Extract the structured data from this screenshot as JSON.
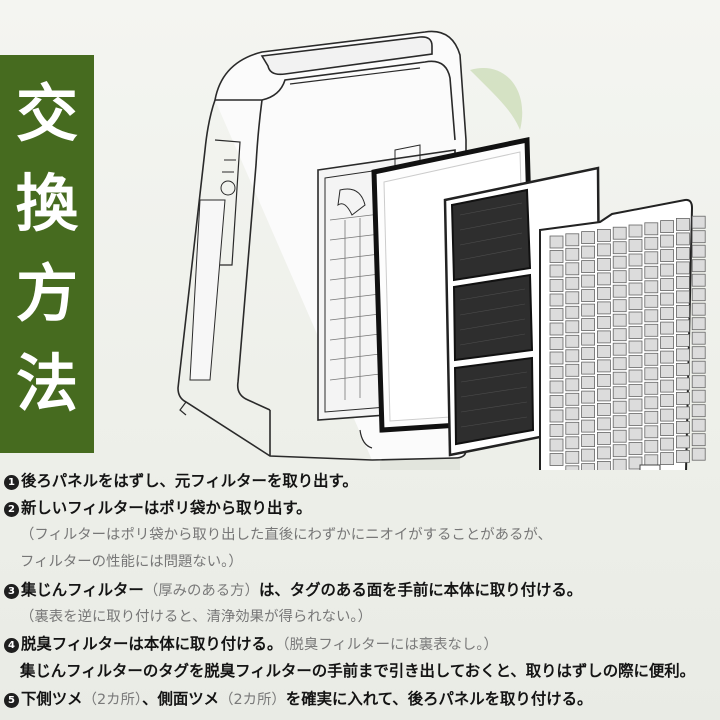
{
  "title_chars": [
    "交",
    "換",
    "方",
    "法"
  ],
  "steps": [
    {
      "number": "1",
      "text": "後ろパネルをはずし、元フィルターを取り出す。"
    },
    {
      "number": "2",
      "text": "新しいフィルターはポリ袋から取り出す。",
      "notes": [
        "（フィルターはポリ袋から取り出した直後にわずかにニオイがすることがあるが、",
        "フィルターの性能には問題ない。）"
      ]
    },
    {
      "number": "3",
      "text": "集じんフィルター",
      "aside": "（厚みのある方）",
      "text2": "は、タグのある面を手前に本体に取り付ける。",
      "notes": [
        "（裏表を逆に取り付けると、清浄効果が得られない。）"
      ]
    },
    {
      "number": "4",
      "text": "脱臭フィルターは本体に取り付ける。",
      "aside": "（脱臭フィルターには裏表なし。）",
      "extra": "集じんフィルターのタグを脱臭フィルターの手前まで引き出しておくと、取りはずしの際に便利。"
    },
    {
      "number": "5",
      "text_a": "下側ツメ",
      "aside_a": "（2カ所）",
      "text_b": "、側面ツメ",
      "aside_b": "（2カ所）",
      "text_c": "を確実に入れて、後ろパネルを取り付ける。"
    }
  ],
  "colors": {
    "accent_green": "#466b1f",
    "text": "#141414",
    "note_gray": "#777777"
  },
  "icons": [
    "air-purifier-unit",
    "dust-filter",
    "deodorizing-filter",
    "back-panel"
  ]
}
